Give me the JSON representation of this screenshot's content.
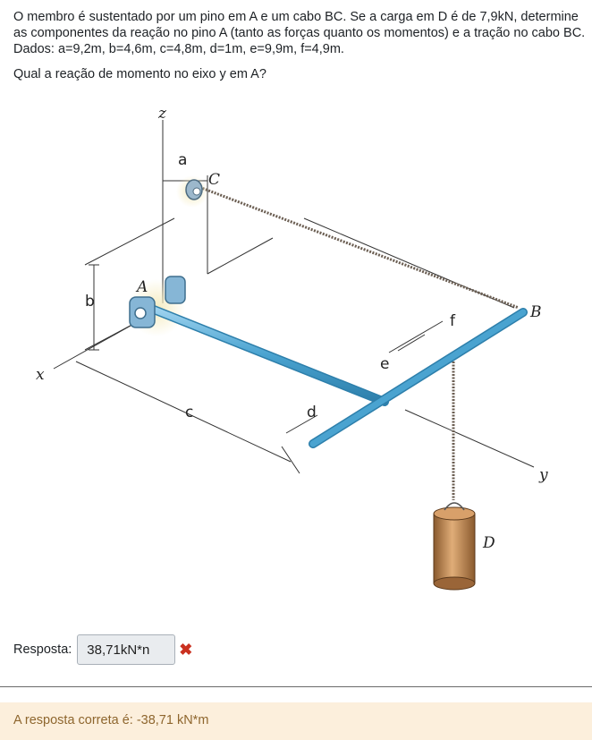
{
  "question": {
    "statement": "O membro é sustentado por um pino em A e um cabo BC. Se a carga em D é de 7,9kN, determine as componentes da reação no pino A (tanto as forças quanto os momentos) e a tração no cabo BC. Dados: a=9,2m, b=4,6m, c=4,8m, d=1m, e=9,9m, f=4,9m.",
    "ask": "Qual a reação de momento no eixo y em A?"
  },
  "figure": {
    "labels": {
      "z": "z",
      "x": "x",
      "y": "y",
      "A": "A",
      "B": "B",
      "C": "C",
      "D": "D",
      "a": "a",
      "b": "b",
      "c": "c",
      "d": "d",
      "e": "e",
      "f": "f"
    },
    "colors": {
      "member": "#4aa3d0",
      "member_edge": "#2d7fab",
      "support": "#7fb2d3",
      "weight": "#c08752",
      "highlight": "#f3e7b0"
    }
  },
  "answer": {
    "label": "Resposta:",
    "value": "38,71kN*n",
    "status_icon": "cross-icon"
  },
  "feedback": {
    "text": "A resposta correta é: -38,71 kN*m"
  }
}
